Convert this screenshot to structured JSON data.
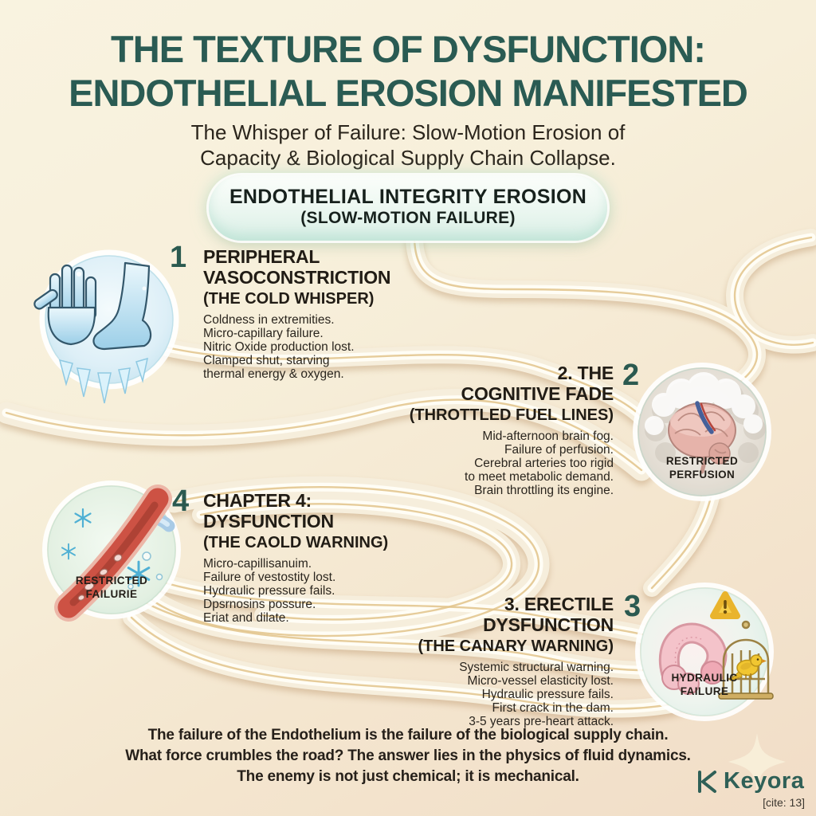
{
  "title": {
    "line1": "THE TEXTURE OF DYSFUNCTION:",
    "line2": "ENDOTHELIAL EROSION MANIFESTED"
  },
  "subtitle": {
    "line1": "The Whisper of Failure: Slow-Motion Erosion of",
    "line2": "Capacity & Biological Supply Chain Collapse."
  },
  "pill": {
    "line1": "ENDOTHELIAL INTEGRITY EROSION",
    "line2": "(SLOW-MOTION FAILURE)"
  },
  "sections": [
    {
      "number": "1",
      "icon": "frozen-extremities-icon",
      "title_lines": [
        "PERIPHERAL",
        "VASOCONSTRICTION"
      ],
      "subtitle": "(THE COLD WHISPER)",
      "body": [
        "Coldness in extremities.",
        "Micro-capillary failure.",
        "Nitric Oxide production lost.",
        "Clamped shut, starving",
        "thermal energy & oxygen."
      ]
    },
    {
      "number": "2",
      "icon": "foggy-brain-icon",
      "badge_lines": [
        "RESTRICTED",
        "PERFUSION"
      ],
      "title_lines": [
        "2. THE",
        "COGNITIVE FADE"
      ],
      "subtitle": "(THROTTLED FUEL LINES)",
      "body": [
        "Mid-afternoon brain fog.",
        "Failure of perfusion.",
        "Cerebral arteries too rigid",
        "to meet metabolic demand.",
        "Brain throttling its engine."
      ]
    },
    {
      "number": "3",
      "icon": "canary-cage-icon",
      "badge_lines": [
        "HYDRAULIC",
        "FAILURE"
      ],
      "title_lines": [
        "3. ERECTILE",
        "DYSFUNCTION"
      ],
      "subtitle": "(THE CANARY WARNING)",
      "body": [
        "Systemic structural warning.",
        "Micro-vessel elasticity lost.",
        "Hydraulic pressure fails.",
        "First crack in the dam.",
        "3-5 years pre-heart attack."
      ]
    },
    {
      "number": "4",
      "icon": "frozen-vessel-icon",
      "badge_lines": [
        "RESTRICTED",
        "FAILURIE"
      ],
      "title_lines": [
        "CHAPTER 4:",
        "DYSFUNCTION"
      ],
      "subtitle": "(THE CAOLD WARNING)",
      "body": [
        "Micro-capillisanuim.",
        "Failure of vestostity lost.",
        "Hydraulic pressure fails.",
        "Dpsrnosins possure.",
        "Eriat and dilate."
      ]
    }
  ],
  "footer": {
    "line1": "The failure of the Endothelium is the failure of the biological supply chain.",
    "line2": "What force crumbles the road? The answer lies in the physics of fluid dynamics.",
    "line3": "The enemy is not just chemical; it is mechanical."
  },
  "logo": {
    "brand": "Keyora",
    "cite": "[cite: 13]",
    "mark": "keyora-k-icon"
  },
  "colors": {
    "title_teal": "#2a5b53",
    "text_dark": "#231e17",
    "number_teal": "#2b5a50",
    "tube_gold": "#e2c389",
    "pill_mint": "#d9efe6",
    "ice_blue": "#bfe3f2",
    "brain_pink": "#e8b9b0",
    "vessel_red": "#cd5244",
    "canary_yellow": "#f2c832",
    "warning_yellow": "#f5c83b",
    "brand_teal": "#2f6057"
  }
}
